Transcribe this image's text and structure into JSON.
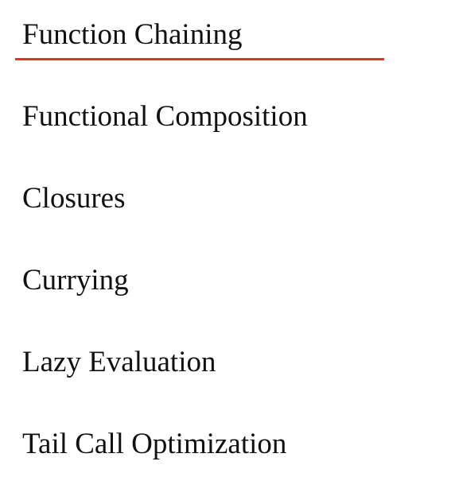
{
  "menu": {
    "active_index": 0,
    "accent_color": "#d9372b",
    "items": [
      {
        "label": "Function Chaining"
      },
      {
        "label": "Functional Composition"
      },
      {
        "label": "Closures"
      },
      {
        "label": "Currying"
      },
      {
        "label": "Lazy Evaluation"
      },
      {
        "label": "Tail Call Optimization"
      }
    ]
  }
}
